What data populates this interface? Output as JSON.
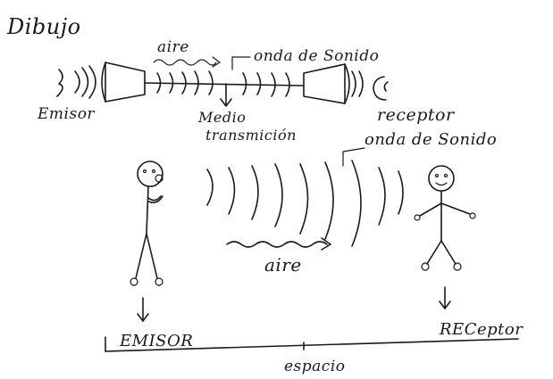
{
  "title": "Dibujo",
  "top_diagram": {
    "medium_label": "aire",
    "wave_label": "onda de Sonido",
    "sender_label": "Emisor",
    "channel_label_line1": "Medio",
    "channel_label_line2": "transmición",
    "receiver_label": "receptor"
  },
  "bottom_diagram": {
    "wave_label": "onda de Sonido",
    "medium_label": "aire",
    "sender_label": "EMISOR",
    "receiver_label": "RECeptor",
    "space_label": "espacio"
  }
}
